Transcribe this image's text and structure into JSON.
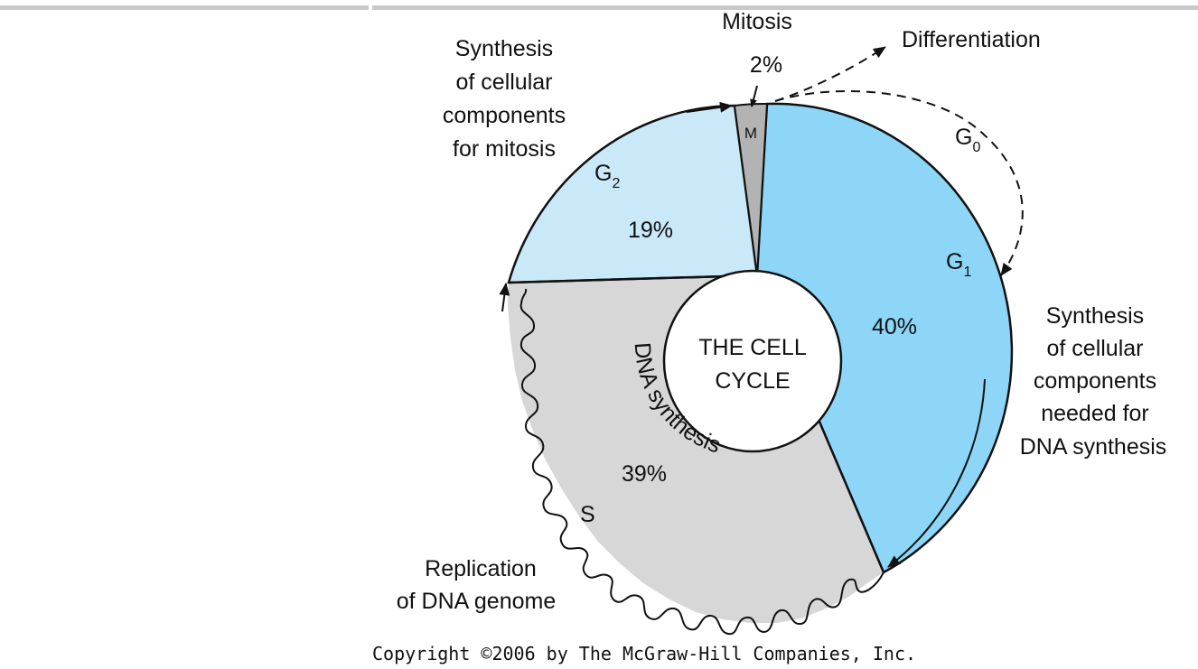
{
  "phases": {
    "m": {
      "letter": "M",
      "label": "Mitosis",
      "percent": "2%",
      "color": "#b3b3b3"
    },
    "g1": {
      "letter": "G",
      "subscript": "1",
      "percent": "40%",
      "color": "#8dd6f7",
      "description": [
        "Synthesis",
        "of cellular",
        "components",
        "needed for",
        "DNA synthesis"
      ]
    },
    "s": {
      "letter": "S",
      "percent": "39%",
      "color": "#d7d7d7",
      "inner_label": "DNA synthesis",
      "description": [
        "Replication",
        "of DNA genome"
      ]
    },
    "g2": {
      "letter": "G",
      "subscript": "2",
      "percent": "19%",
      "color": "#c9e8f8",
      "description": [
        "Synthesis",
        "of cellular",
        "components",
        "for mitosis"
      ]
    },
    "g0": {
      "letter": "G",
      "subscript": "0"
    }
  },
  "center_label": [
    "THE CELL",
    "CYCLE"
  ],
  "differentiation_label": "Differentiation",
  "copyright": "Copyright ©2006 by The McGraw-Hill Companies, Inc."
}
